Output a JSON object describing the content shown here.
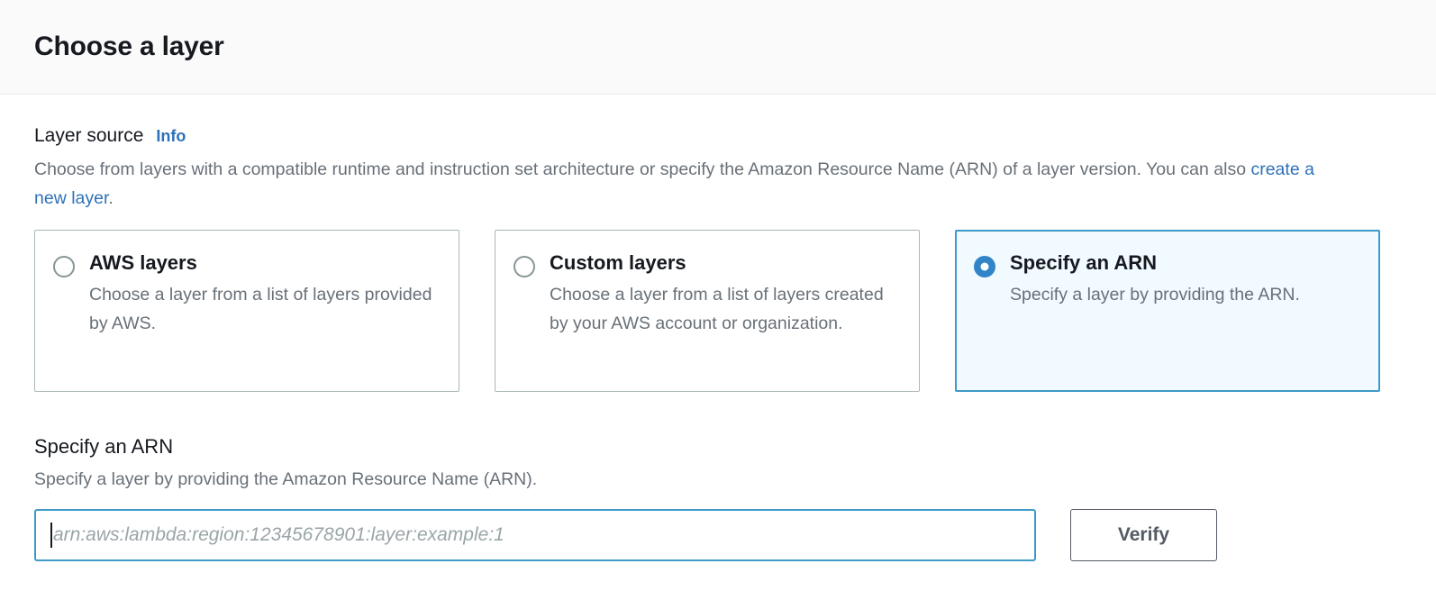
{
  "header": {
    "title": "Choose a layer"
  },
  "layer_source": {
    "label": "Layer source",
    "info_label": "Info",
    "description_part1": "Choose from layers with a compatible runtime and instruction set architecture or specify the Amazon Resource Name (ARN) of a layer version. You can also ",
    "description_link": "create a new layer",
    "description_part2": ".",
    "options": [
      {
        "title": "AWS layers",
        "description": "Choose a layer from a list of layers provided by AWS.",
        "selected": false
      },
      {
        "title": "Custom layers",
        "description": "Choose a layer from a list of layers created by your AWS account or organization.",
        "selected": false
      },
      {
        "title": "Specify an ARN",
        "description": "Specify a layer by providing the ARN.",
        "selected": true
      }
    ]
  },
  "arn_section": {
    "title": "Specify an ARN",
    "description": "Specify a layer by providing the Amazon Resource Name (ARN).",
    "input_placeholder": "arn:aws:lambda:region:12345678901:layer:example:1",
    "input_value": "",
    "verify_label": "Verify"
  },
  "colors": {
    "accent_blue": "#2d72b8",
    "radio_selected": "#3184c8",
    "focus_border": "#3f9ac9",
    "selected_card_bg": "#f1faff",
    "card_border": "#aab7b8",
    "text_primary": "#16191f",
    "text_secondary": "#687078",
    "header_bg": "#fafafa",
    "button_border": "#545b64"
  }
}
